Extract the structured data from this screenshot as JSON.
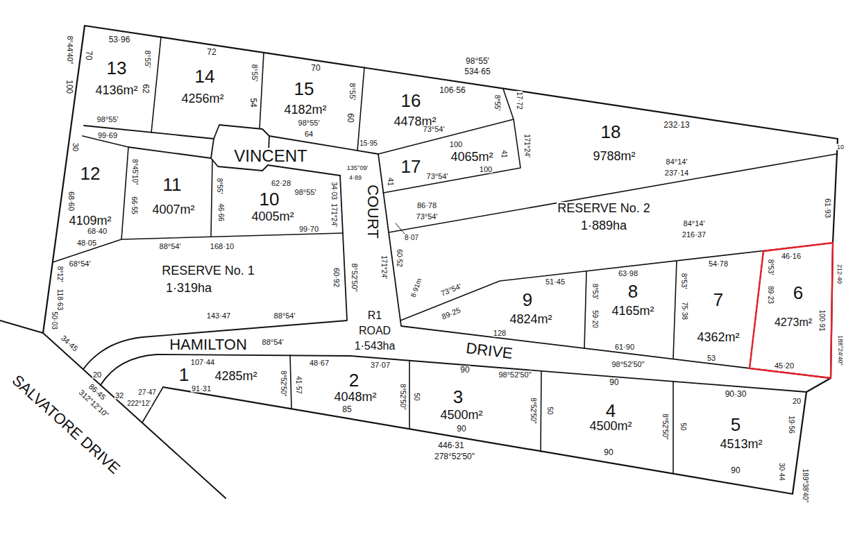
{
  "diagram": {
    "labels": [
      "53·96",
      "8°44'40\"",
      "100",
      "70",
      "13",
      "4136m²",
      "8°55'",
      "62",
      "72",
      "14",
      "4256m²",
      "8°55'",
      "54",
      "70",
      "15",
      "4182m²",
      "98°55'",
      "64",
      "8°55'",
      "60",
      "98°55'",
      "534·65",
      "106·56",
      "16",
      "4478m²",
      "15·95",
      "8°55'",
      "17·72",
      "73°54'",
      "100",
      "17",
      "4065m²",
      "41",
      "171°24'",
      "41",
      "73°54'",
      "100",
      "18",
      "9788m²",
      "232·13",
      "10",
      "84°14'",
      "237·14",
      "61·93",
      "VINCENT",
      "135°09'",
      "4·89",
      "COURT",
      "30",
      "98°55'",
      "99·69",
      "12",
      "68·60",
      "8°45'10\"",
      "66·55",
      "4109m²",
      "11",
      "4007m²",
      "8°55'",
      "46·66",
      "62·28",
      "98°55'",
      "10",
      "4005m²",
      "34·03",
      "171°24'",
      "99·70",
      "68·40",
      "48·05",
      "68°54'",
      "88°54'",
      "168·10",
      "8°12'",
      "118·63",
      "50·03",
      "RESERVE No. 1",
      "1·319ha",
      "60·92",
      "8°52'50\"",
      "143·47",
      "88°54'",
      "HAMILTON",
      "R1",
      "ROAD",
      "1·543ha",
      "8·07",
      "86·78",
      "73°54'",
      "8·91m",
      "171°24'",
      "60·52",
      "73°54'",
      "89·25",
      "RESERVE No. 2",
      "1·889ha",
      "84°14'",
      "216·37",
      "51·45",
      "63·98",
      "54·78",
      "46·16",
      "9",
      "4824m²",
      "8°53'",
      "59·20",
      "8",
      "4165m²",
      "8°53'",
      "75·38",
      "7",
      "4362m²",
      "8°53'",
      "89·23",
      "6",
      "4273m²",
      "100·91",
      "212·40",
      "188°24'40\"",
      "128",
      "61·90",
      "53",
      "45·20",
      "DRIVE",
      "98°52'50\"",
      "98°52'50\"",
      "88°54'",
      "107·44",
      "48·67",
      "37·07",
      "1",
      "4285m²",
      "8°52'50\"",
      "41·57",
      "91·31",
      "85",
      "2",
      "4048m²",
      "8°52'50\"",
      "50",
      "90",
      "3",
      "4500m²",
      "90",
      "446·31",
      "278°52'50\"",
      "8°52'50\"",
      "50",
      "90",
      "4",
      "4500m²",
      "90",
      "8°52'50\"",
      "50",
      "90·30",
      "5",
      "4513m²",
      "90",
      "20",
      "19·56",
      "30·44",
      "189°38'40\"",
      "34·45",
      "20",
      "32",
      "86·45",
      "312°12'10\"",
      "27·47",
      "222°12'",
      "SALVATORE DRIVE"
    ]
  }
}
